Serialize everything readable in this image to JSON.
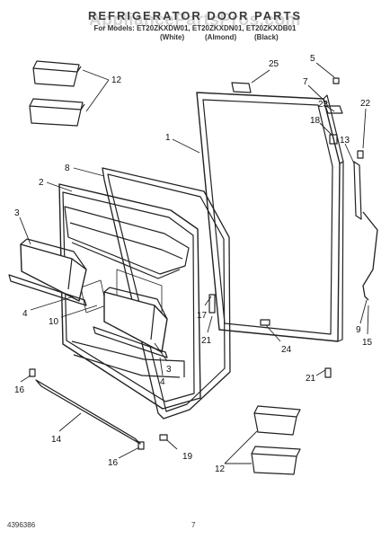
{
  "header": {
    "title": "REFRIGERATOR DOOR PARTS",
    "watermark": "AppliancePartsPros.com",
    "models_line": "For Models: ET20ZKXDW01, ET20ZKXDN01, ET20ZKXDB01",
    "colors": [
      "(White)",
      "(Almond)",
      "(Black)"
    ]
  },
  "callouts": [
    "25",
    "5",
    "7",
    "23",
    "22",
    "18",
    "13",
    "1",
    "12",
    "8",
    "2",
    "3",
    "12",
    "4",
    "10",
    "17",
    "21",
    "24",
    "9",
    "15",
    "3",
    "4",
    "21",
    "16",
    "14",
    "16",
    "19",
    "12"
  ],
  "footer": {
    "part_number": "4396386",
    "page": "7"
  }
}
